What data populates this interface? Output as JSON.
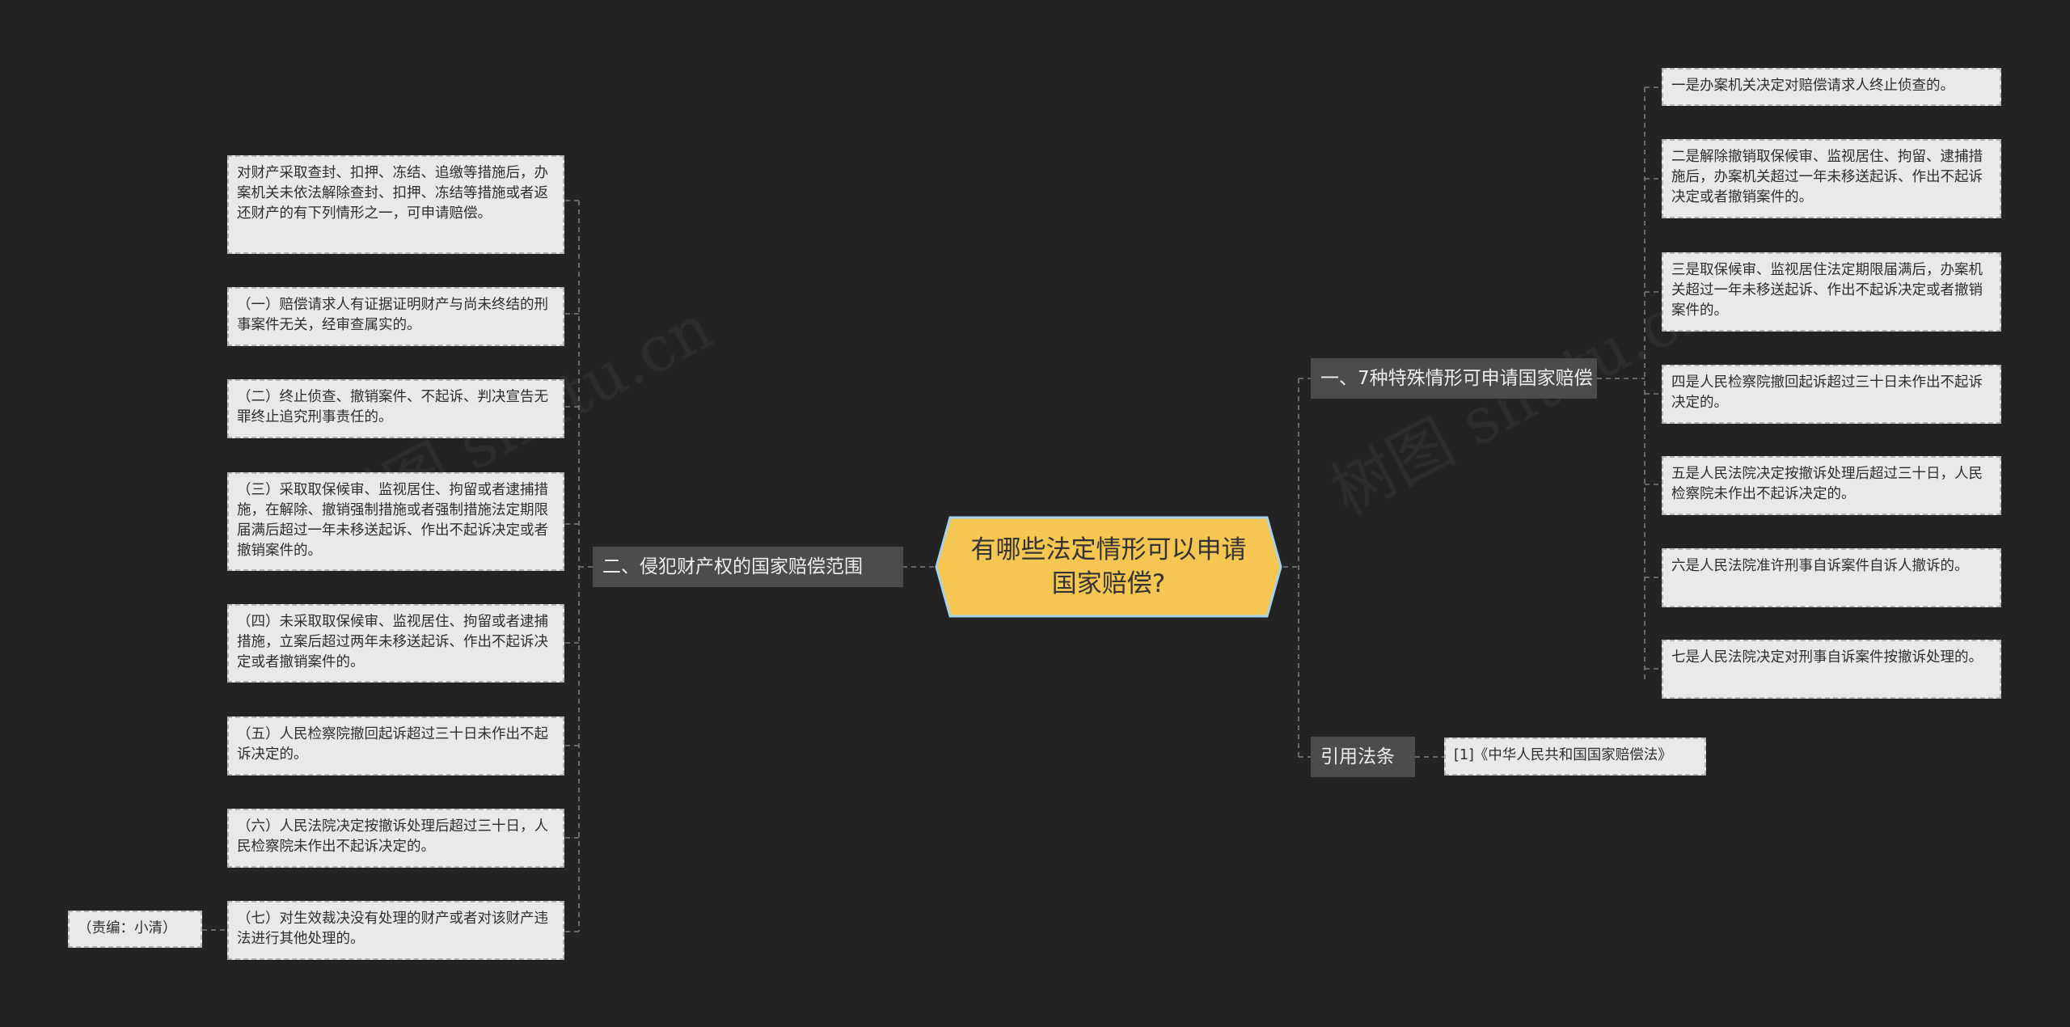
{
  "root": {
    "title": "有哪些法定情形可以申请国家赔偿?"
  },
  "watermark": {
    "text": "树图 shutu.cn"
  },
  "left_branch": {
    "label": "二、侵犯财产权的国家赔偿范围",
    "items": [
      "对财产采取查封、扣押、冻结、追缴等措施后，办案机关未依法解除查封、扣押、冻结等措施或者返还财产的有下列情形之一，可申请赔偿。",
      "（一）赔偿请求人有证据证明财产与尚未终结的刑事案件无关，经审查属实的。",
      "（二）终止侦查、撤销案件、不起诉、判决宣告无罪终止追究刑事责任的。",
      "（三）采取取保候审、监视居住、拘留或者逮捕措施，在解除、撤销强制措施或者强制措施法定期限届满后超过一年未移送起诉、作出不起诉决定或者撤销案件的。",
      "（四）未采取取保候审、监视居住、拘留或者逮捕措施，立案后超过两年未移送起诉、作出不起诉决定或者撤销案件的。",
      "（五）人民检察院撤回起诉超过三十日未作出不起诉决定的。",
      "（六）人民法院决定按撤诉处理后超过三十日，人民检察院未作出不起诉决定的。",
      "（七）对生效裁决没有处理的财产或者对该财产违法进行其他处理的。"
    ],
    "editor": "（责编：小清）"
  },
  "right_branch_1": {
    "label": "一、7种特殊情形可申请国家赔偿",
    "items": [
      "一是办案机关决定对赔偿请求人终止侦查的。",
      "二是解除撤销取保候审、监视居住、拘留、逮捕措施后，办案机关超过一年未移送起诉、作出不起诉决定或者撤销案件的。",
      "三是取保候审、监视居住法定期限届满后，办案机关超过一年未移送起诉、作出不起诉决定或者撤销案件的。",
      "四是人民检察院撤回起诉超过三十日未作出不起诉决定的。",
      "五是人民法院决定按撤诉处理后超过三十日，人民检察院未作出不起诉决定的。",
      "六是人民法院准许刑事自诉案件自诉人撤诉的。",
      "七是人民法院决定对刑事自诉案件按撤诉处理的。"
    ]
  },
  "right_branch_2": {
    "label": "引用法条",
    "items": [
      "[1]《中华人民共和国国家赔偿法》"
    ]
  },
  "colors": {
    "background": "#232323",
    "root_fill": "#f5c652",
    "root_border": "#a8d2e8",
    "branch_fill": "#4d4b4b",
    "leaf_fill": "#e9e9e9",
    "connector": "#7c7c7c"
  }
}
